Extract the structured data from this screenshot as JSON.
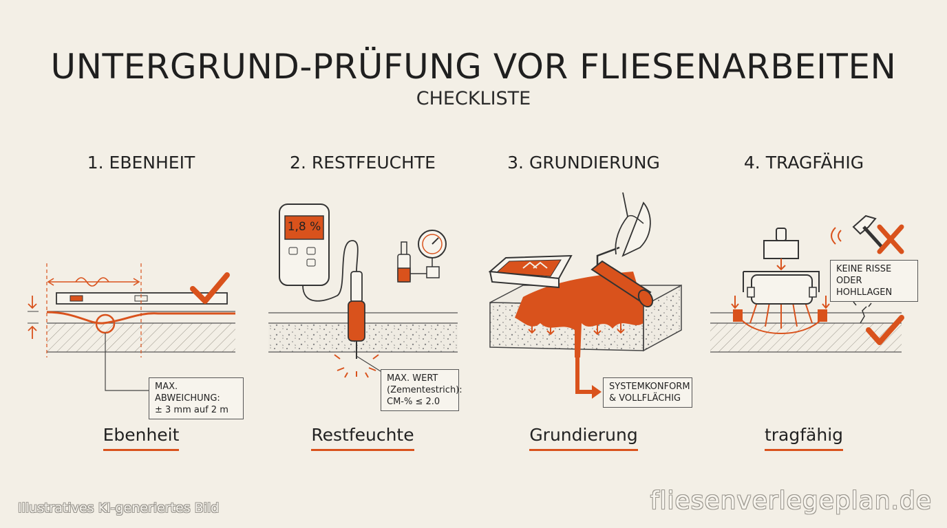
{
  "title": "UNTERGRUND-PRÜFUNG VOR FLIESENARBEITEN",
  "subtitle": "CHECKLISTE",
  "steps": [
    {
      "heading": "1. EBENHEIT",
      "caption": "Ebenheit",
      "note": "MAX. ABWEICHUNG:\n± 3 mm auf 2 m",
      "icons": [
        "spirit-level",
        "checkmark"
      ]
    },
    {
      "heading": "2. RESTFEUCHTE",
      "caption": "Restfeuchte",
      "note": "MAX. WERT\n(Zementestrich):\nCM-% ≤ 2.0",
      "display_value": "1,8 %",
      "icons": [
        "moisture-meter",
        "cm-device"
      ]
    },
    {
      "heading": "3. GRUNDIERUNG",
      "caption": "Grundierung",
      "note": "SYSTEMKONFORM\n& VOLLFLÄCHIG",
      "icons": [
        "paint-tray",
        "paint-roller",
        "hand"
      ]
    },
    {
      "heading": "4. TRAGFÄHIG",
      "caption": "tragfähig",
      "note": "KEINE RISSE ODER\nHOHLLAGEN",
      "icons": [
        "hammer",
        "cross",
        "load-test",
        "checkmark"
      ]
    }
  ],
  "footer": {
    "left": "Illustratives KI-generiertes Bild",
    "right": "fliesenverlegeplan.de"
  },
  "colors": {
    "accent": "#d9521c",
    "background": "#f3efe6",
    "ink": "#222222"
  }
}
